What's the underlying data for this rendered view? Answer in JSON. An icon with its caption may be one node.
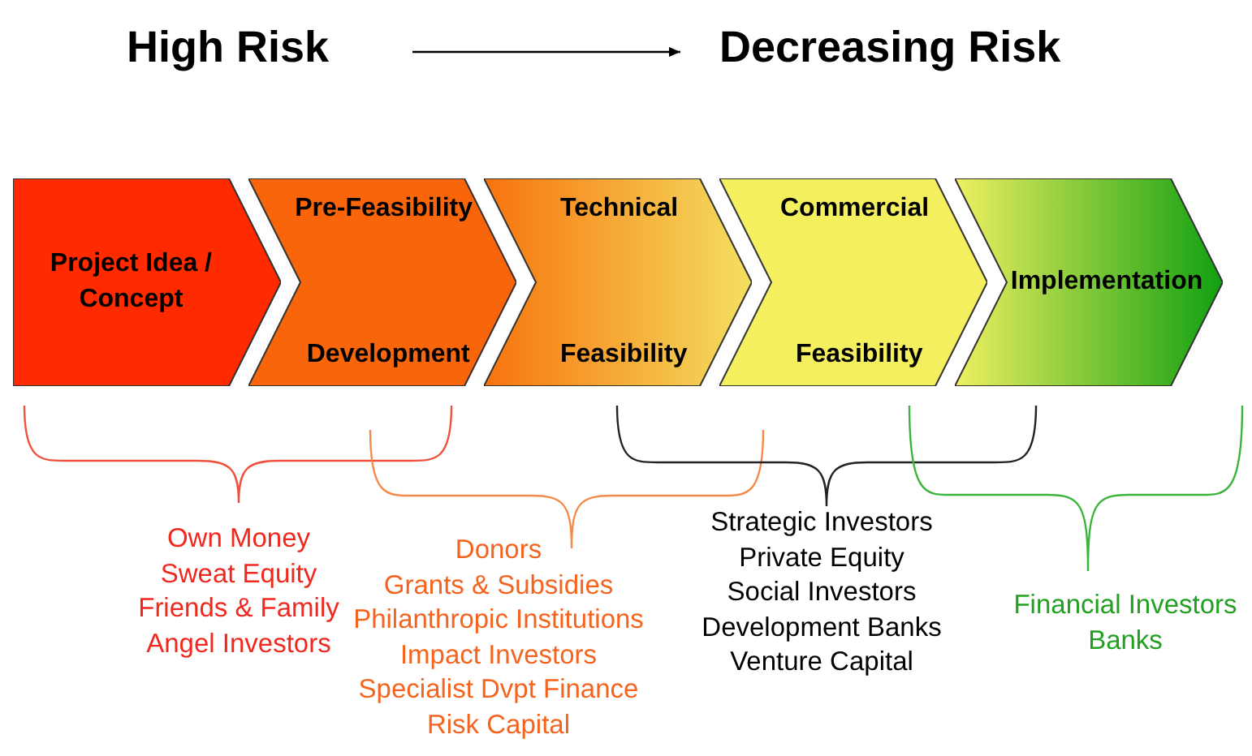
{
  "diagram": {
    "nodes": [
      {
        "text": [
          "High Risk"
        ]
      },
      {
        "text": [
          "Decreasing Risk"
        ]
      },
      {
        "text": [
          "Project Idea / Concept"
        ]
      },
      {
        "text": [
          "Pre-Feasibility",
          "Development"
        ]
      },
      {
        "text": [
          "Technical",
          "Feasibility"
        ]
      },
      {
        "text": [
          "Commercial",
          "Feasibility"
        ]
      },
      {
        "text": [
          "Implementation"
        ]
      }
    ],
    "edges": [
      {
        "from": 0,
        "to": 1,
        "arrow": "to"
      }
    ],
    "labels": [
      "Own Money",
      "Sweat Equity",
      "Friends & Family",
      "Angel Investors",
      "Donors",
      "Grants & Subsidies",
      "Philanthropic Institutions",
      "Impact Investors",
      "Specialist Dvpt Finance",
      "Risk Capital",
      "Strategic Investors",
      "Private Equity",
      "Social Investors",
      "Development Banks",
      "Venture Capital",
      "Financial Investors",
      "Banks"
    ]
  }
}
